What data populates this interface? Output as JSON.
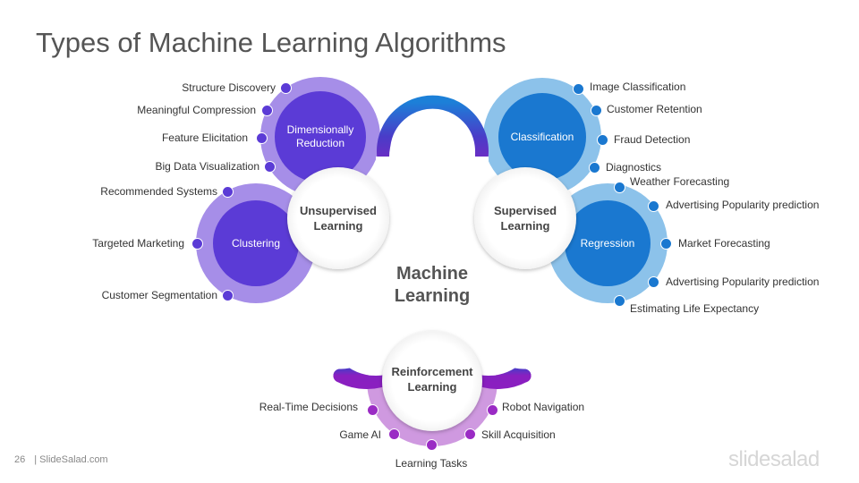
{
  "title": "Types of Machine Learning Algorithms",
  "center": {
    "line1": "Machine",
    "line2": "Learning"
  },
  "colors": {
    "unsupervised_ring": "#a68ee8",
    "unsupervised_fill": "#5b3bd6",
    "supervised_ring": "#8cc2ea",
    "supervised_fill": "#1a78d0",
    "reinforcement_ring": "#cf99e0",
    "dots_unsupervised": "#5b3bd6",
    "dots_supervised": "#1a78d0",
    "dots_reinforcement": "#9a2bc4"
  },
  "types": {
    "unsupervised": {
      "line1": "Unsupervised",
      "line2": "Learning"
    },
    "supervised": {
      "line1": "Supervised",
      "line2": "Learning"
    },
    "reinforcement": {
      "line1": "Reinforcement",
      "line2": "Learning"
    }
  },
  "categories": {
    "dimensionality_reduction": {
      "line1": "Dimensionally",
      "line2": "Reduction"
    },
    "clustering": "Clustering",
    "classification": "Classification",
    "regression": "Regression"
  },
  "dimensionality_items": [
    "Structure Discovery",
    "Meaningful Compression",
    "Feature Elicitation",
    "Big Data Visualization"
  ],
  "clustering_items": [
    "Recommended  Systems",
    "Targeted Marketing",
    "Customer Segmentation"
  ],
  "classification_items": [
    "Image Classification",
    "Customer Retention",
    "Fraud Detection",
    "Diagnostics"
  ],
  "regression_items": [
    "Weather Forecasting",
    "Advertising Popularity prediction",
    "Market Forecasting",
    "Advertising Popularity prediction",
    "Estimating Life Expectancy"
  ],
  "reinforcement_items": [
    "Real-Time Decisions",
    "Game AI",
    "Learning Tasks",
    "Robot Navigation",
    "Skill Acquisition"
  ],
  "footer": {
    "page": "26",
    "site": "| SlideSalad.com"
  },
  "brand": "slidesalad"
}
